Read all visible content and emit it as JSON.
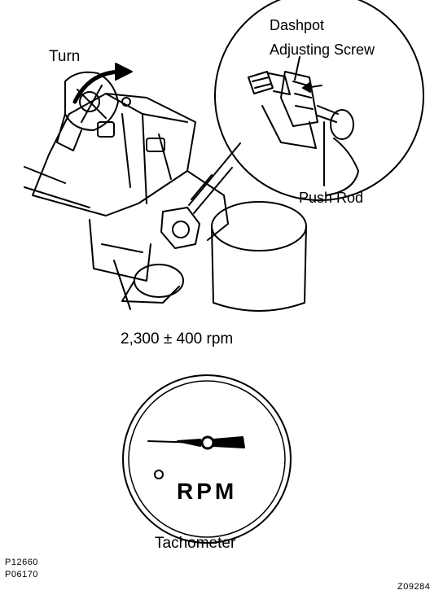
{
  "labels": {
    "turn": "Turn",
    "dashpot_line1": "Dashpot",
    "dashpot_line2": "Adjusting Screw",
    "push_rod": "Push Rod",
    "rpm_spec": "2,300 ± 400 rpm",
    "rpm_dial": "RPM",
    "tachometer": "Tachometer"
  },
  "codes": {
    "code1": "P12660",
    "code2": "P06170",
    "code3": "Z09284"
  }
}
